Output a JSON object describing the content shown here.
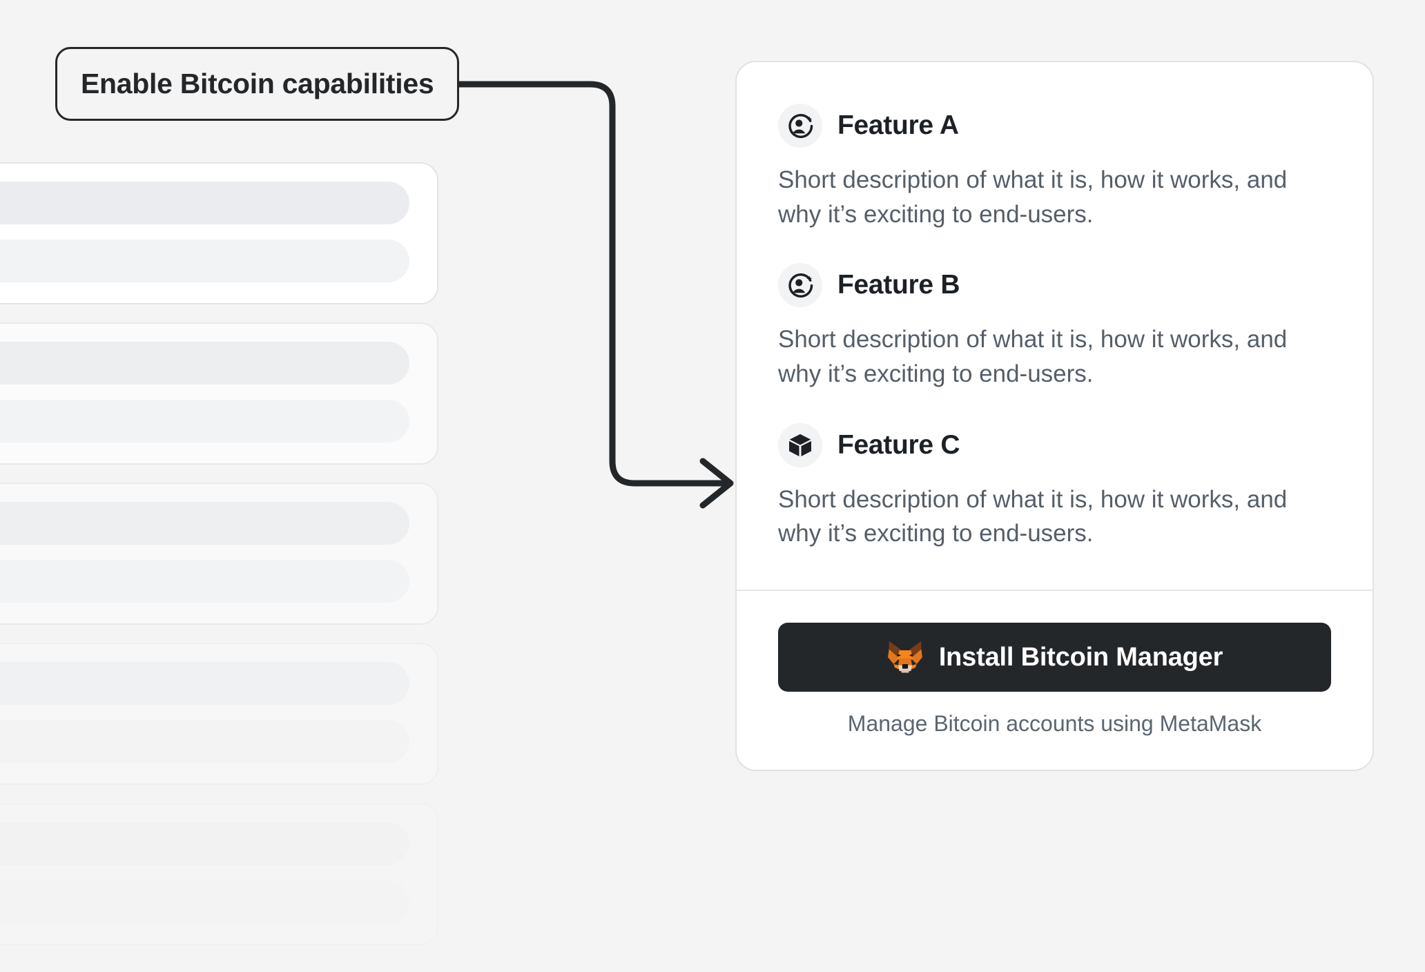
{
  "background_color": "#f4f4f4",
  "annotation": {
    "label": "Enable Bitcoin capabilities",
    "connector_color": "#24272a",
    "arrow_icon": "arrow-right-icon",
    "dot_icon": "connector-dot-icon"
  },
  "ghost_cards": [
    {
      "bar_primary_width": "100%",
      "bar_secondary_width": "100%",
      "opacity": 1
    },
    {
      "bar_primary_width": "100%",
      "bar_secondary_width": "100%",
      "opacity": 0.72
    },
    {
      "bar_primary_width": "100%",
      "bar_secondary_width": "100%",
      "opacity": 0.5
    },
    {
      "bar_primary_width": "100%",
      "bar_secondary_width": "100%",
      "opacity": 0.3
    },
    {
      "bar_primary_width": "100%",
      "bar_secondary_width": "100%",
      "opacity": 0.16
    }
  ],
  "card": {
    "features": [
      {
        "title": "Feature A",
        "description": "Short description of what it is, how it works, and why it’s exciting to end-users.",
        "icon": "add-account-icon"
      },
      {
        "title": "Feature B",
        "description": "Short description of what it is, how it works, and why it’s exciting to end-users.",
        "icon": "add-account-icon"
      },
      {
        "title": "Feature C",
        "description": "Short description of what it is, how it works, and why it’s exciting to end-users.",
        "icon": "cube-box-icon"
      }
    ],
    "install": {
      "button_label": "Install Bitcoin Manager",
      "button_icon": "metamask-fox-icon",
      "button_color": "#24272a",
      "caption": "Manage Bitcoin accounts using MetaMask"
    }
  }
}
